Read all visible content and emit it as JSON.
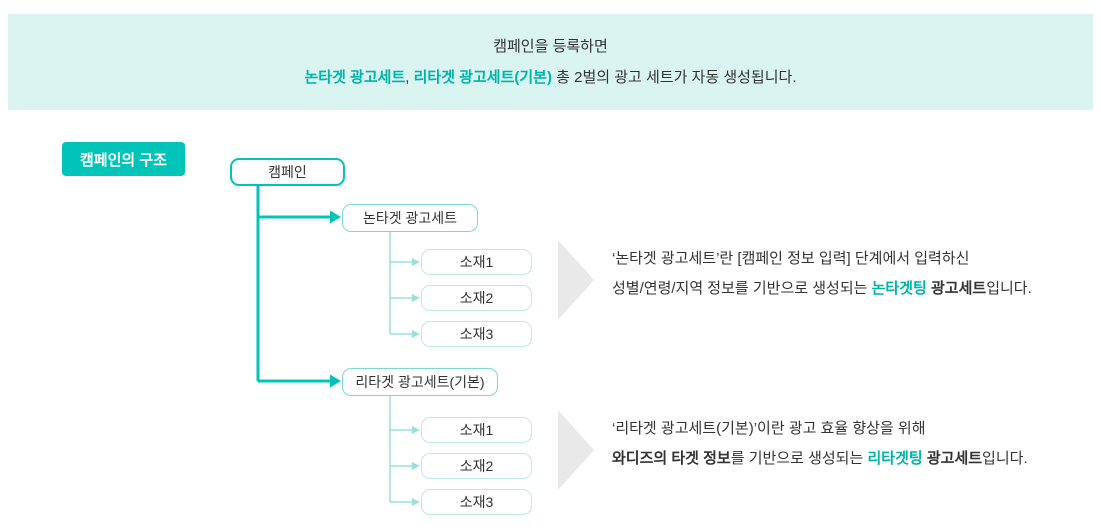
{
  "banner": {
    "line1": "캠페인을 등록하면",
    "line2_parts": [
      {
        "text": "논타겟 광고세트",
        "style": "teal-bold"
      },
      {
        "text": ", ",
        "style": "normal"
      },
      {
        "text": "리타겟 광고세트(기본)",
        "style": "teal-bold"
      },
      {
        "text": " 총 2벌의 광고 세트가 자동 생성됩니다.",
        "style": "normal"
      }
    ]
  },
  "structure_label": "캠페인의 구조",
  "tree": {
    "root": "캠페인",
    "groups": [
      {
        "name": "논타겟 광고세트",
        "children": [
          "소재1",
          "소재2",
          "소재3"
        ]
      },
      {
        "name": "리타겟 광고세트(기본)",
        "children": [
          "소재1",
          "소재2",
          "소재3"
        ]
      }
    ]
  },
  "annotations": [
    {
      "line1": "‘논타겟 광고세트’란 [캠페인 정보 입력] 단계에서 입력하신",
      "line2_parts": [
        {
          "text": "성별/연령/지역 정보를 기반으로 생성되는 ",
          "style": "normal"
        },
        {
          "text": "논타겟팅 ",
          "style": "teal-bold"
        },
        {
          "text": "광고세트",
          "style": "bold"
        },
        {
          "text": "입니다.",
          "style": "normal"
        }
      ]
    },
    {
      "line1": "‘리타겟 광고세트(기본)’이란 광고 효율 향상을 위해",
      "line2_parts": [
        {
          "text": "와디즈의 타겟 정보",
          "style": "bold"
        },
        {
          "text": "를 기반으로 생성되는 ",
          "style": "normal"
        },
        {
          "text": "리타겟팅 ",
          "style": "teal-bold"
        },
        {
          "text": "광고세트",
          "style": "bold"
        },
        {
          "text": "입니다.",
          "style": "normal"
        }
      ]
    }
  ],
  "colors": {
    "brand_teal": "#00c4b8",
    "teal_text": "#00b3a9",
    "banner_bg": "#d9f4f1",
    "group_border": "#7ed8d1",
    "child_border": "#bfe8e4",
    "sub_connector": "#9be0da",
    "chevron_gray": "#e9e9e9",
    "text": "#333333"
  }
}
